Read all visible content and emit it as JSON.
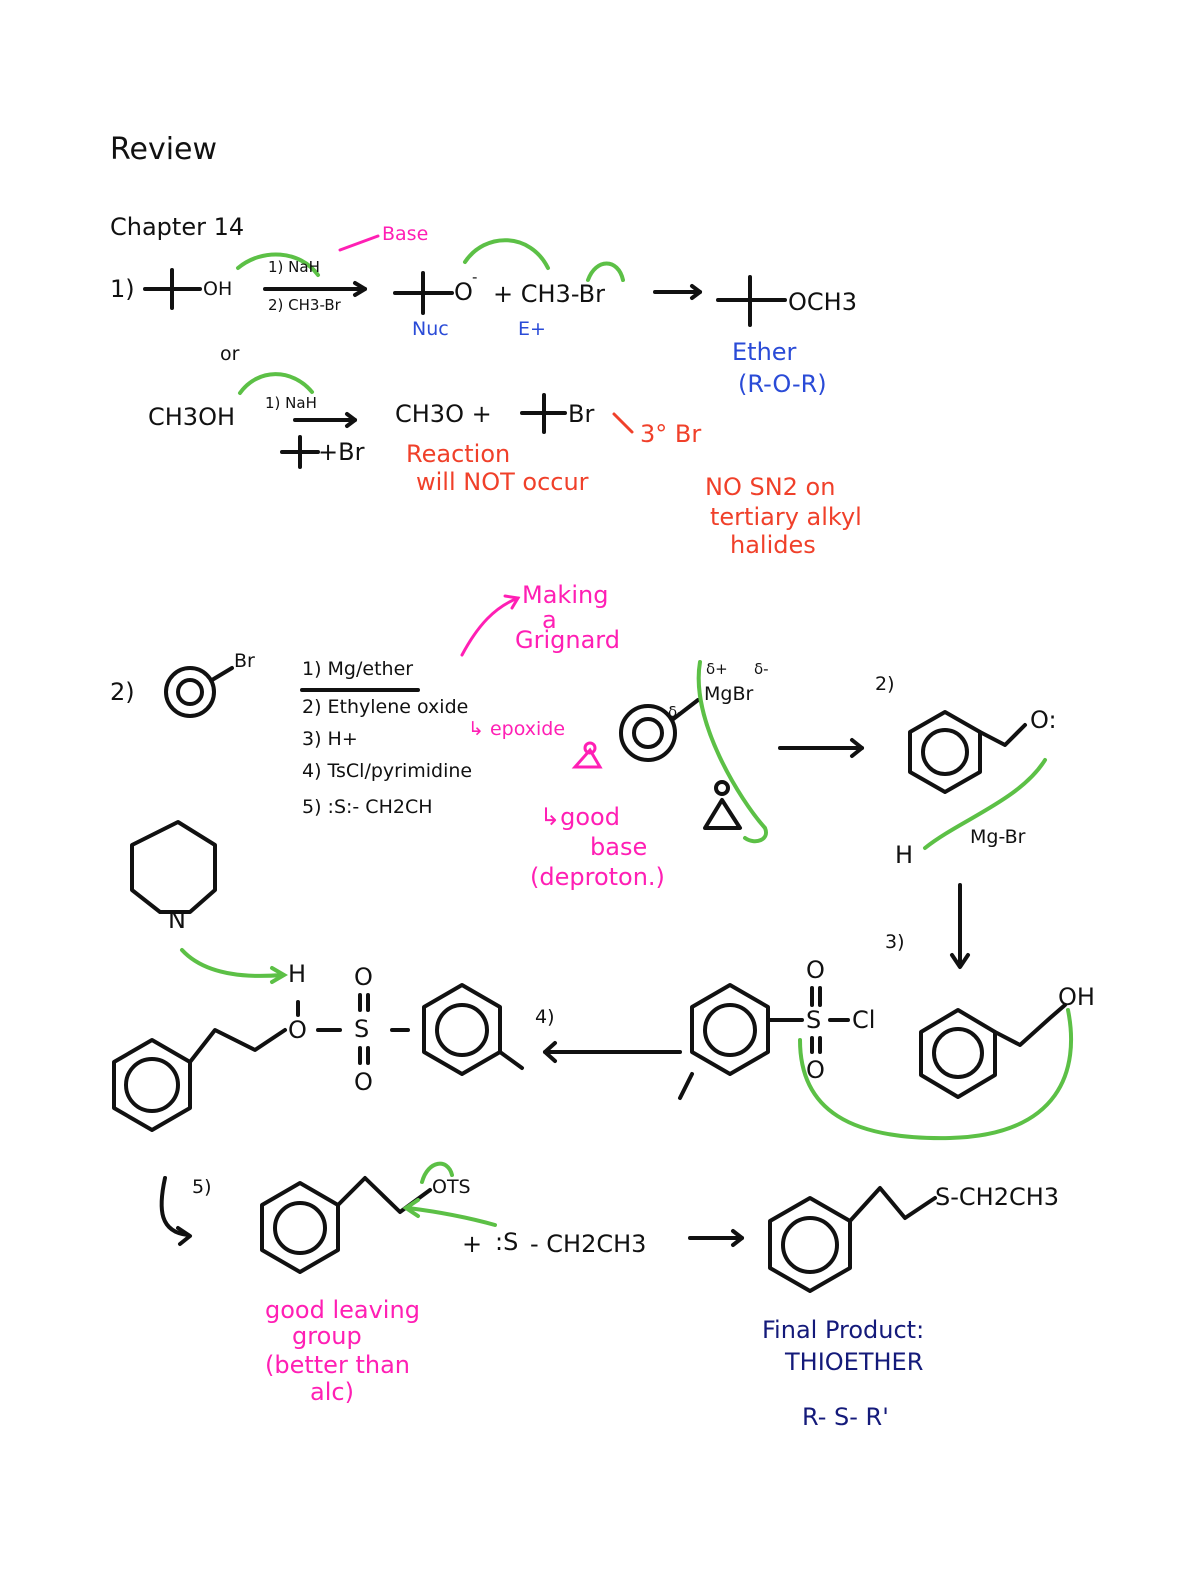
{
  "title": "Review",
  "chapter": "Chapter 14",
  "part1": {
    "num": "1)",
    "reactant": "OH",
    "cond1": "1) NaH",
    "cond2": "2) CH3-Br",
    "base_note": "Base",
    "alkoxide": "O",
    "charge": "-",
    "plus_ch3br": "+ CH3-Br",
    "nuc": "Nuc",
    "eplus": "E+",
    "product": "OCH3",
    "ether": "Ether",
    "ether_formula": "(R-O-R)",
    "or": "or",
    "alt_reactant": "CH3OH",
    "alt_cond1": "1) NaH",
    "alt_cond2": "+Br",
    "alt_product": "CH3O  +",
    "alt_br": "Br",
    "tertiary_note": "3° Br",
    "no_reaction": "Reaction",
    "no_reaction2": "will NOT occur",
    "no_sn2_1": "NO SN2 on",
    "no_sn2_2": "tertiary alkyl",
    "no_sn2_3": "halides"
  },
  "part2": {
    "num": "2)",
    "br": "Br",
    "steps": [
      "1) Mg/ether",
      "2) Ethylene oxide",
      "3) H+",
      "4) TsCl/pyrimidine",
      "5) :S:- CH2CH"
    ],
    "making1": "Making",
    "making2": "a",
    "making3": "Grignard",
    "epoxide": "↳ epoxide",
    "good1": "↳good",
    "good2": "base",
    "good3": "(deproton.)",
    "delta_minus": "δ-",
    "delta_plus": "δ+",
    "delta_minus2": "δ-",
    "mgbr": "MgBr",
    "step2_label": "2)",
    "oxide_o": "O",
    "intermediate_o": "O:",
    "h": "H",
    "mg_br": "Mg-Br",
    "step3_label": "3)",
    "oh": "OH",
    "step4_label": "4)",
    "n_label": "N",
    "h_label": "H",
    "ts_o_top": "O",
    "ts_s": "S",
    "ts_o_bottom": "O",
    "ts_ol": "O",
    "tscl_o_top": "O",
    "tscl_s": "S",
    "tscl_cl": "Cl",
    "tscl_o_bottom": "O",
    "step5_label": "5)",
    "ots": "OTS",
    "plus": "+",
    "s_nuc": ":S",
    "ch2ch3": "- CH2CH3",
    "final_chain": "S-CH2CH3",
    "leaving1": "good leaving",
    "leaving2": "group",
    "leaving3": "(better than",
    "leaving4": "alc)",
    "final1": "Final Product:",
    "final2": "THIOETHER",
    "final3": "R- S- R'"
  }
}
